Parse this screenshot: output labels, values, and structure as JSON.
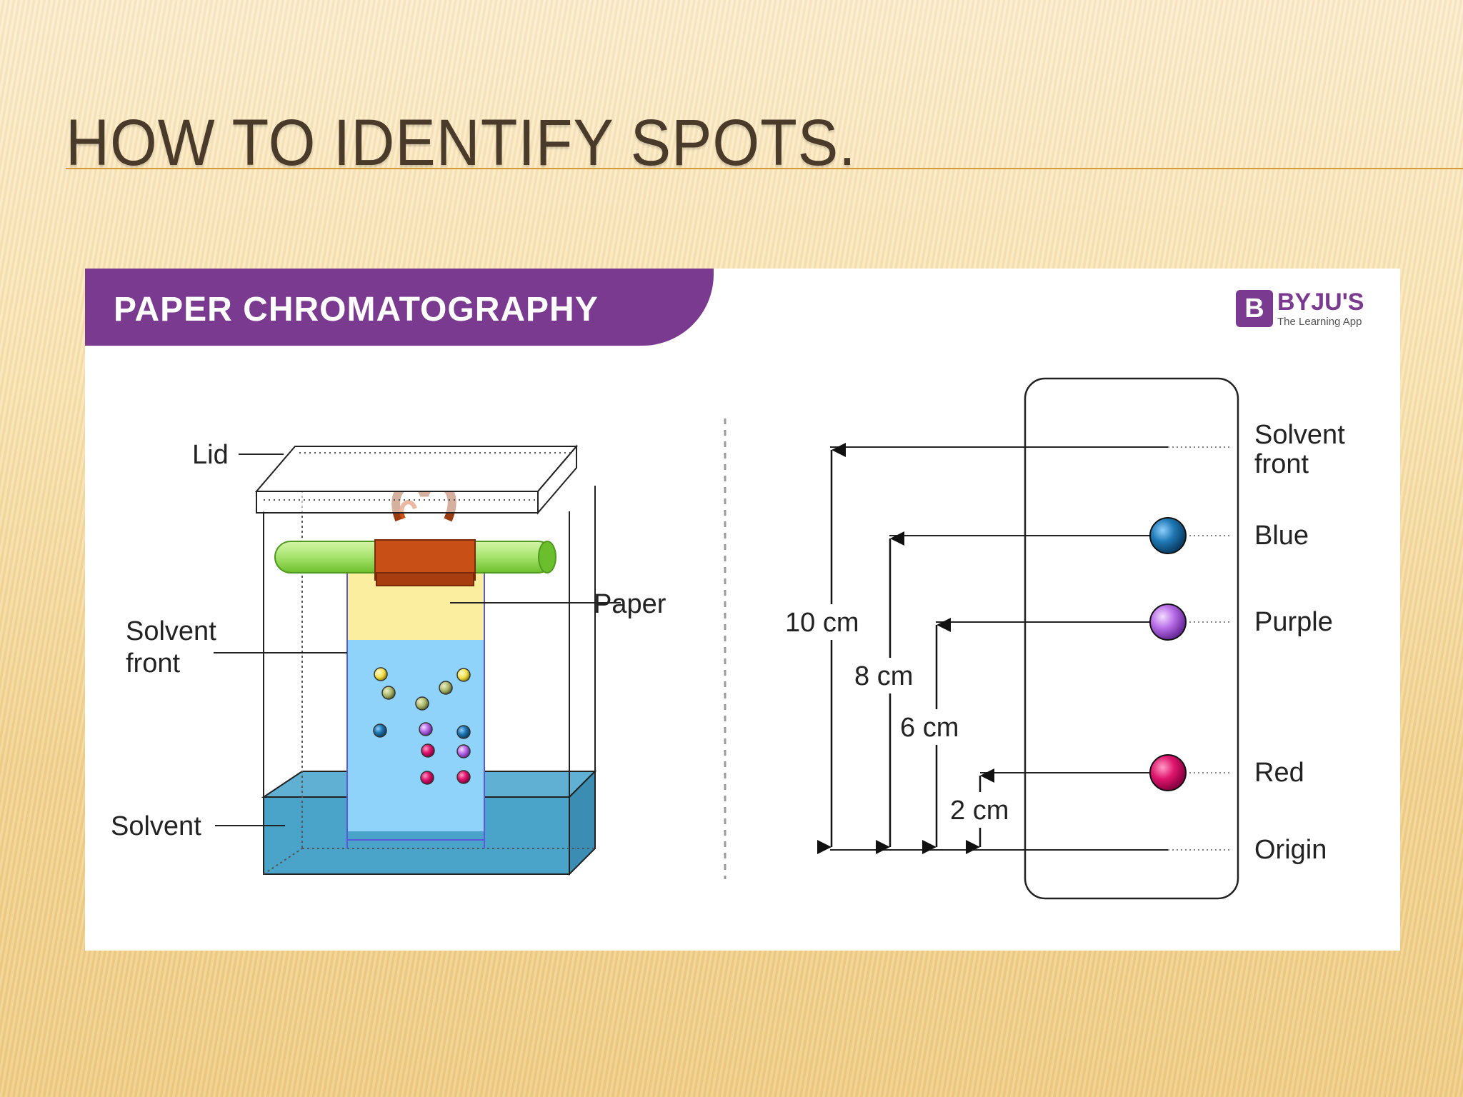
{
  "slide": {
    "title": "HOW TO IDENTIFY SPOTS."
  },
  "figure": {
    "banner": "PAPER CHROMATOGRAPHY",
    "logo": {
      "mark": "B",
      "name": "BYJU'S",
      "tagline": "The Learning App"
    },
    "apparatus_labels": {
      "lid": "Lid",
      "paper": "Paper",
      "solvent_front_line1": "Solvent",
      "solvent_front_line2": "front",
      "solvent": "Solvent"
    },
    "strip_labels": {
      "solvent_front_line1": "Solvent",
      "solvent_front_line2": "front",
      "blue": "Blue",
      "purple": "Purple",
      "red": "Red",
      "origin": "Origin"
    },
    "distances": {
      "d10": "10 cm",
      "d8": "8 cm",
      "d6": "6 cm",
      "d2": "2 cm"
    },
    "colors": {
      "banner": "#7a3a8f",
      "blue_spot": "#1f78b4",
      "purple_spot": "#b86ee8",
      "red_spot": "#e0166e",
      "solvent": "#4aa3c9",
      "paper": "#fbef9f",
      "wet_paper": "#8fd3fa",
      "rod": "#a6e36c",
      "clip": "#c85016"
    }
  }
}
